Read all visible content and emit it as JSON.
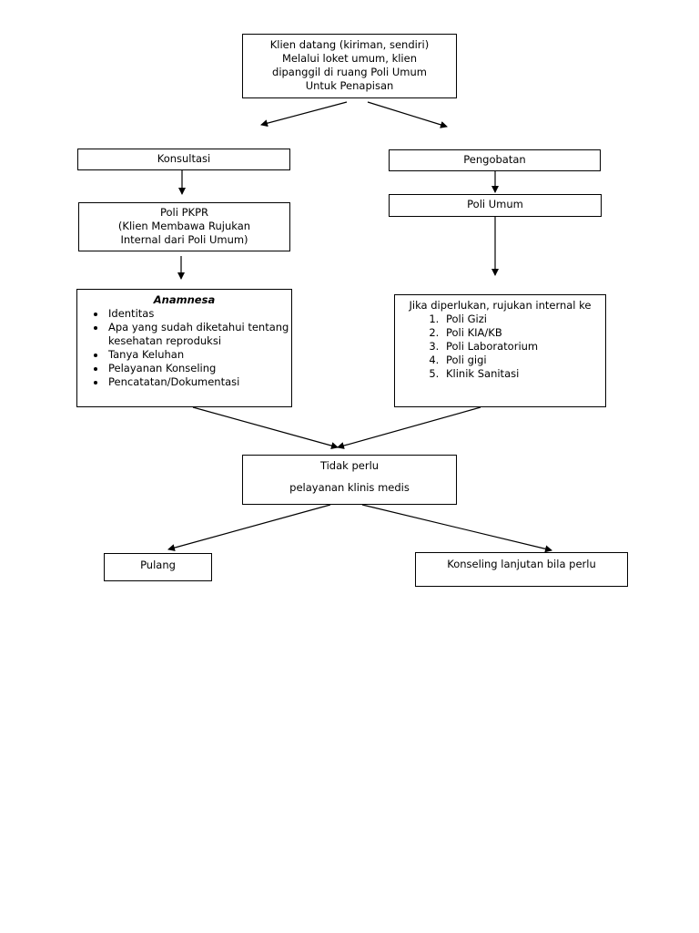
{
  "diagram": {
    "start": {
      "lines": [
        "Klien datang (kiriman, sendiri)",
        "Melalui loket umum, klien",
        "dipanggil di ruang Poli Umum",
        "Untuk Penapisan"
      ]
    },
    "konsultasi": {
      "label": "Konsultasi"
    },
    "pengobatan": {
      "label": "Pengobatan"
    },
    "poli_pkpr": {
      "lines": [
        "Poli PKPR",
        "(Klien Membawa Rujukan",
        "Internal dari Poli Umum)"
      ]
    },
    "poli_umum": {
      "label": "Poli Umum"
    },
    "anamnesa": {
      "title": "Anamnesa",
      "items": [
        "Identitas",
        "Apa yang sudah diketahui tentang kesehatan reproduksi",
        "Tanya Keluhan",
        "Pelayanan Konseling",
        "Pencatatan/Dokumentasi"
      ]
    },
    "rujukan": {
      "title": "Jika diperlukan, rujukan internal ke",
      "items": [
        "Poli Gizi",
        "Poli KIA/KB",
        "Poli Laboratorium",
        "Poli gigi",
        "Klinik Sanitasi"
      ]
    },
    "tidak_perlu": {
      "line1": "Tidak perlu",
      "line2": "pelayanan klinis medis"
    },
    "pulang": {
      "label": "Pulang"
    },
    "konseling_lanjutan": {
      "label": "Konseling lanjutan bila perlu"
    }
  }
}
